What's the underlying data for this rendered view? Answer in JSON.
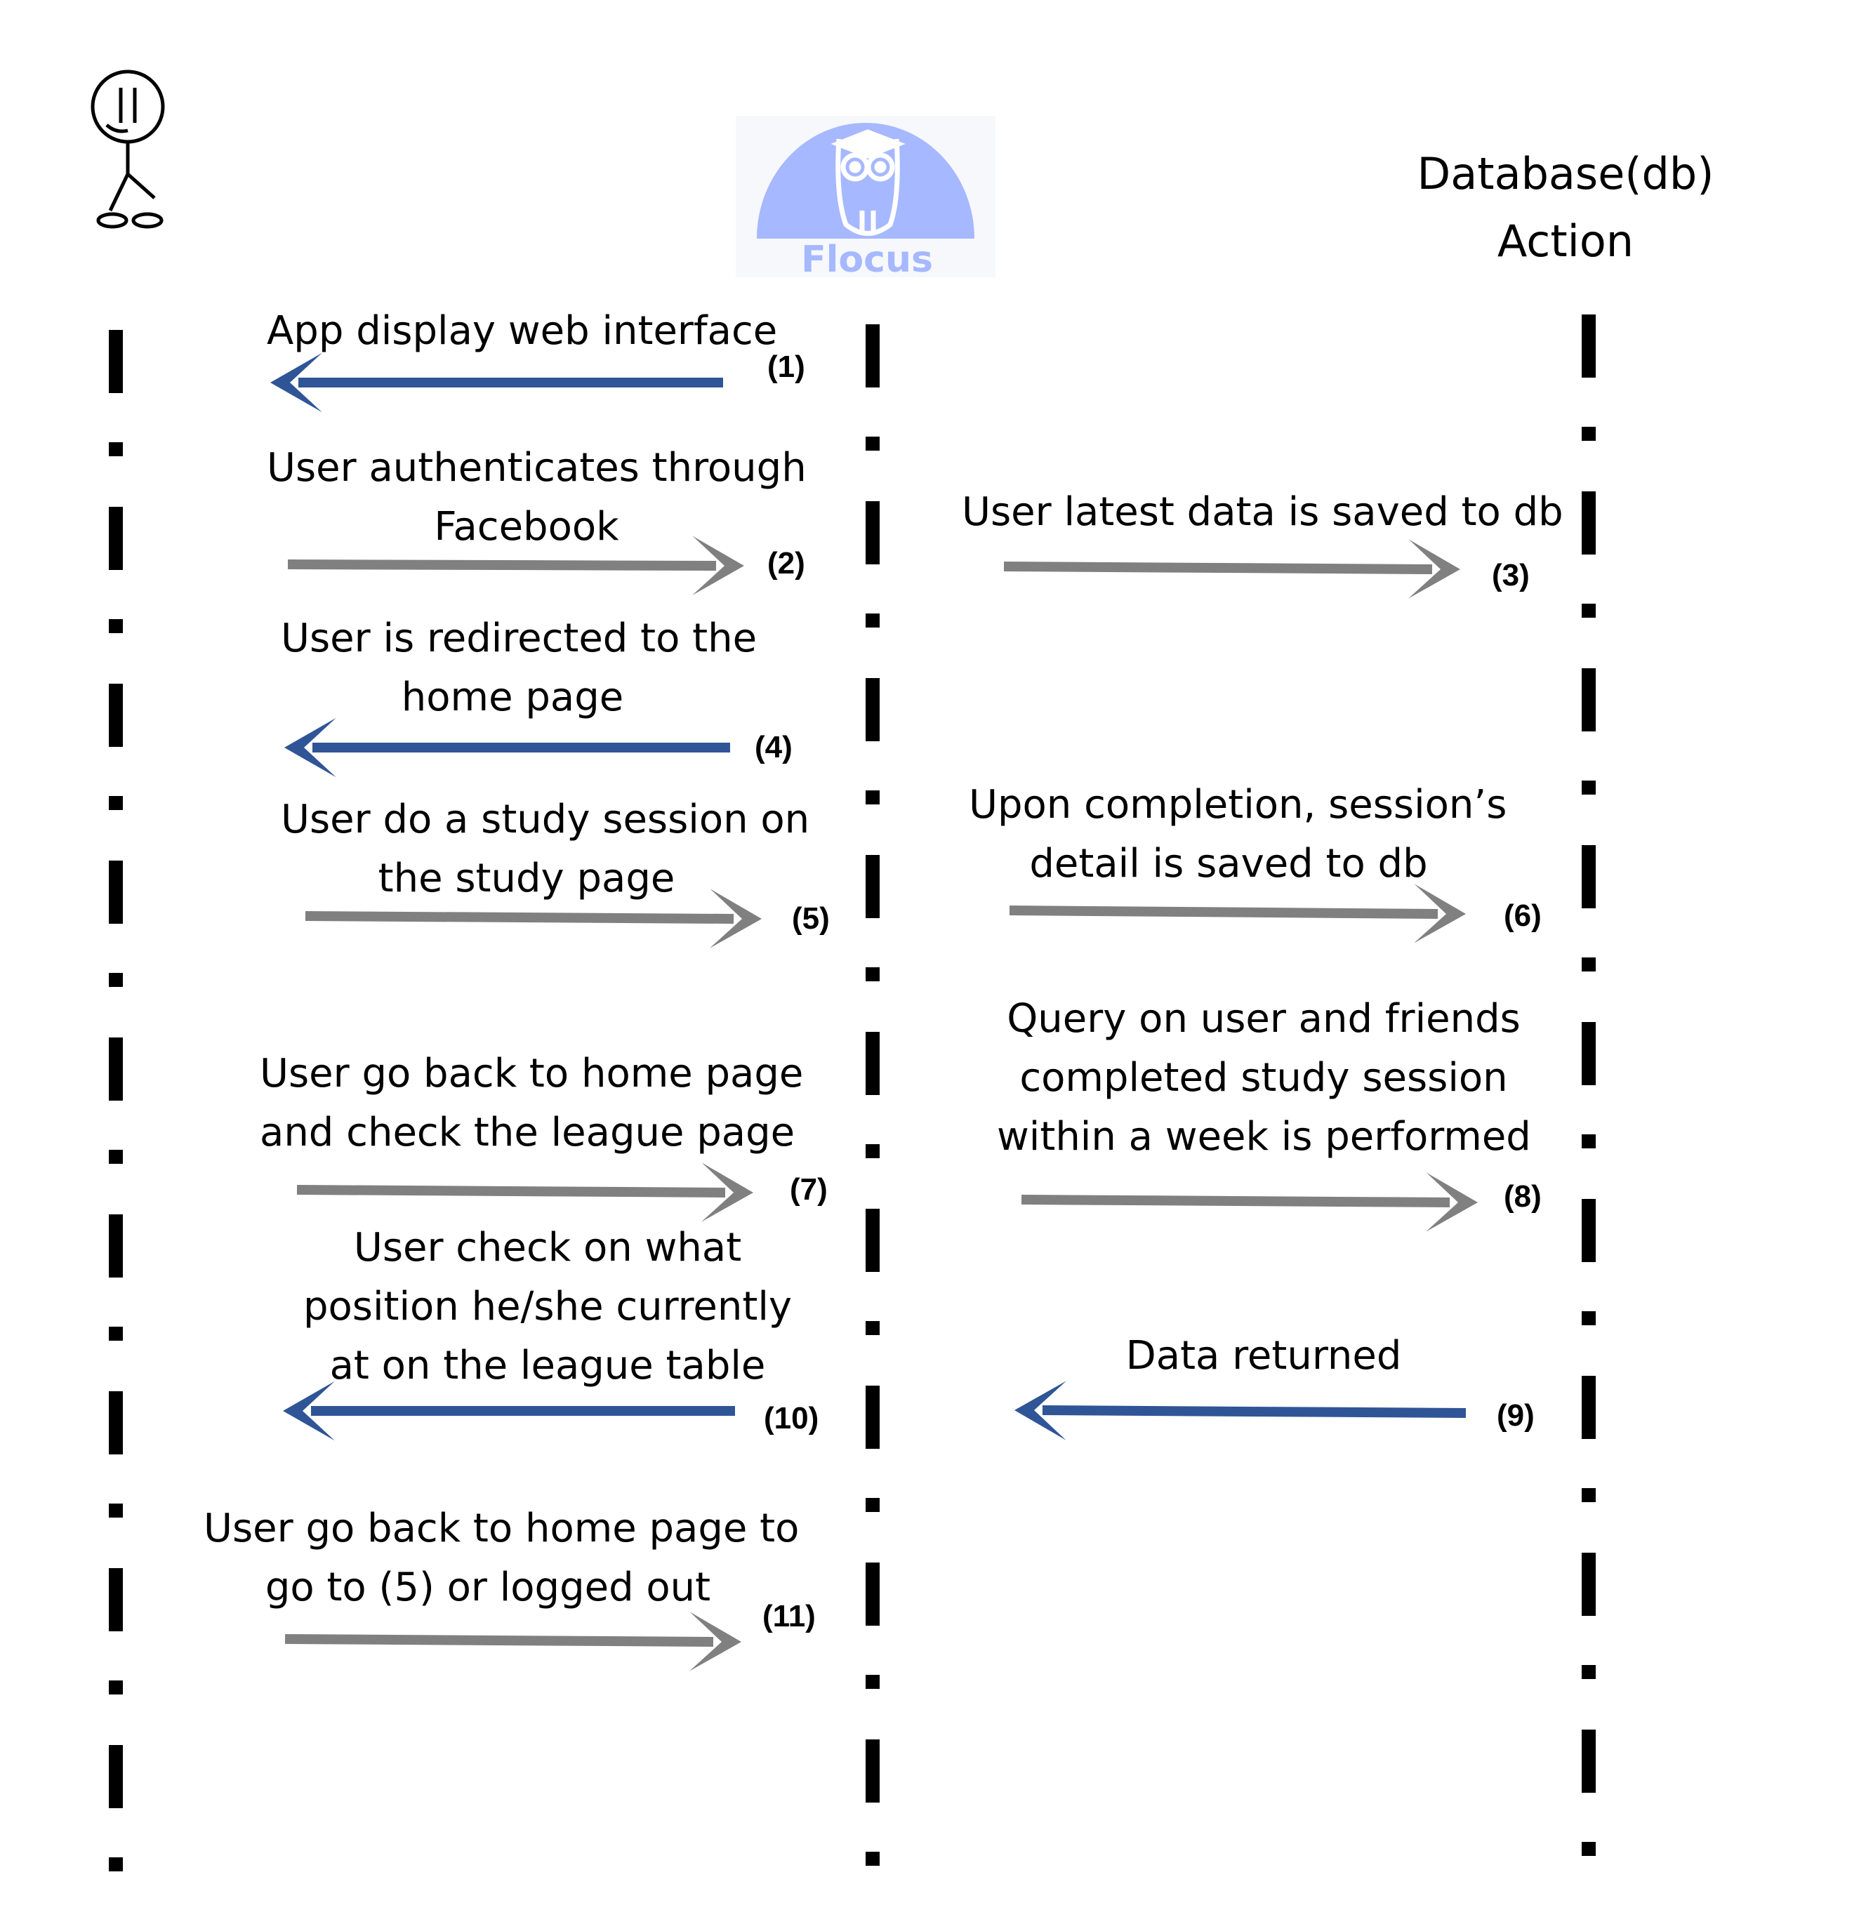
{
  "participants": {
    "app_brand": "Flocus",
    "db_title_line1": "Database(db)",
    "db_title_line2": "Action"
  },
  "colors": {
    "return_arrow": "#2f5597",
    "request_arrow": "#808080",
    "logo_fill": "#a6b8ff",
    "lifeline": "#000000"
  },
  "messages": [
    {
      "num": "(1)",
      "line1": "App display web interface",
      "line2": "",
      "line3": ""
    },
    {
      "num": "(2)",
      "line1": "User authenticates through",
      "line2": "Facebook",
      "line3": ""
    },
    {
      "num": "(3)",
      "line1": "User latest data is saved to db",
      "line2": "",
      "line3": ""
    },
    {
      "num": "(4)",
      "line1": "User is redirected to the",
      "line2": "home page",
      "line3": ""
    },
    {
      "num": "(5)",
      "line1": "User do a study session on",
      "line2": "the study page",
      "line3": ""
    },
    {
      "num": "(6)",
      "line1": "Upon completion, session’s",
      "line2": "detail is saved to db",
      "line3": ""
    },
    {
      "num": "(7)",
      "line1": "User go back to home page",
      "line2": "and check the league page",
      "line3": ""
    },
    {
      "num": "(8)",
      "line1": "Query on user and friends",
      "line2": "completed study session",
      "line3": "within a week is performed"
    },
    {
      "num": "(9)",
      "line1": "Data returned",
      "line2": "",
      "line3": ""
    },
    {
      "num": "(10)",
      "line1": "User check on what",
      "line2": "position he/she currently",
      "line3": "at on the league table"
    },
    {
      "num": "(11)",
      "line1": "User go back to home page to",
      "line2": "go to (5) or logged out",
      "line3": ""
    }
  ]
}
